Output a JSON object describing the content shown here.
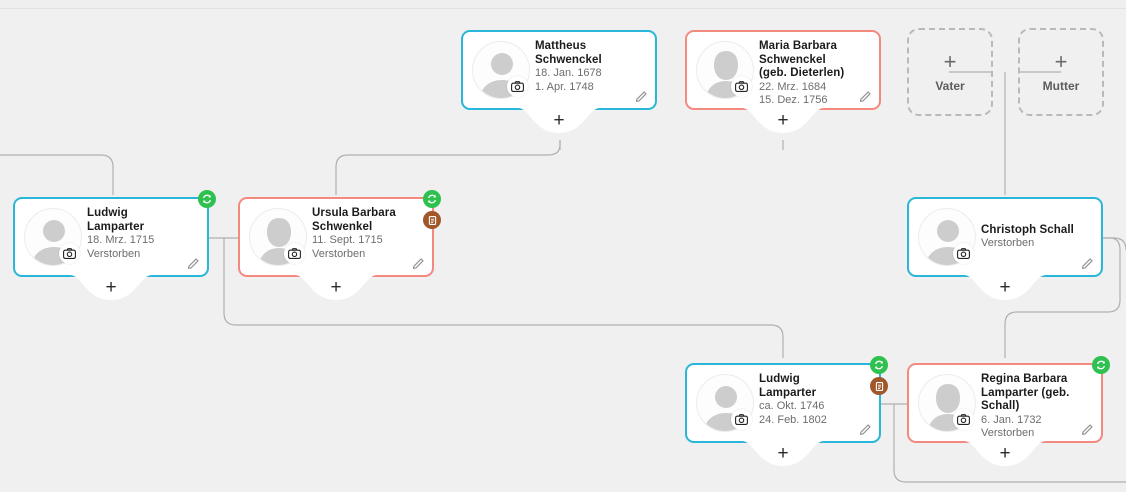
{
  "app": {
    "view": "family-tree-canvas",
    "language": "de",
    "colors": {
      "male_border": "#29b6d8",
      "female_border": "#f4897f",
      "canvas_background": "#f0f0f0",
      "connector_line": "#b0b0b0",
      "badge_sync": "#2fc14f",
      "badge_document": "#a2572a"
    }
  },
  "icons": {
    "camera": "camera-icon",
    "edit": "pencil-icon",
    "sync": "sync-icon",
    "document": "document-icon",
    "add": "plus-icon"
  },
  "add_button_label": "+",
  "persons": [
    {
      "id": "mattheus-schwenckel",
      "name": "Mattheus Schwenckel",
      "gender": "male",
      "birth": "18. Jan. 1678",
      "death": "1. Apr. 1748",
      "badges": []
    },
    {
      "id": "maria-barbara-schwenckel",
      "name": "Maria Barbara Schwenckel (geb. Dieterlen)",
      "gender": "female",
      "birth": "22. Mrz. 1684",
      "death": "15. Dez. 1756",
      "badges": []
    },
    {
      "id": "ludwig-lamparter-1715",
      "name": "Ludwig Lamparter",
      "gender": "male",
      "birth": "18. Mrz. 1715",
      "death": "Verstorben",
      "badges": [
        "sync"
      ]
    },
    {
      "id": "ursula-barbara-schwenkel",
      "name": "Ursula Barbara Schwenkel",
      "gender": "female",
      "birth": "11. Sept. 1715",
      "death": "Verstorben",
      "badges": [
        "sync",
        "document"
      ]
    },
    {
      "id": "christoph-schall",
      "name": "Christoph Schall",
      "gender": "male",
      "birth": "",
      "death": "Verstorben",
      "badges": []
    },
    {
      "id": "ludwig-lamparter-1746",
      "name": "Ludwig Lamparter",
      "gender": "male",
      "birth": "ca. Okt. 1746",
      "death": "24. Feb. 1802",
      "badges": [
        "sync",
        "document"
      ]
    },
    {
      "id": "regina-barbara-lamparter",
      "name": "Regina Barbara Lamparter (geb. Schall)",
      "gender": "female",
      "birth": "6. Jan. 1732",
      "death": "Verstorben",
      "badges": [
        "sync"
      ]
    }
  ],
  "placeholders": [
    {
      "id": "add-father",
      "label": "Vater",
      "plus": "+"
    },
    {
      "id": "add-mother",
      "label": "Mutter",
      "plus": "+"
    }
  ]
}
